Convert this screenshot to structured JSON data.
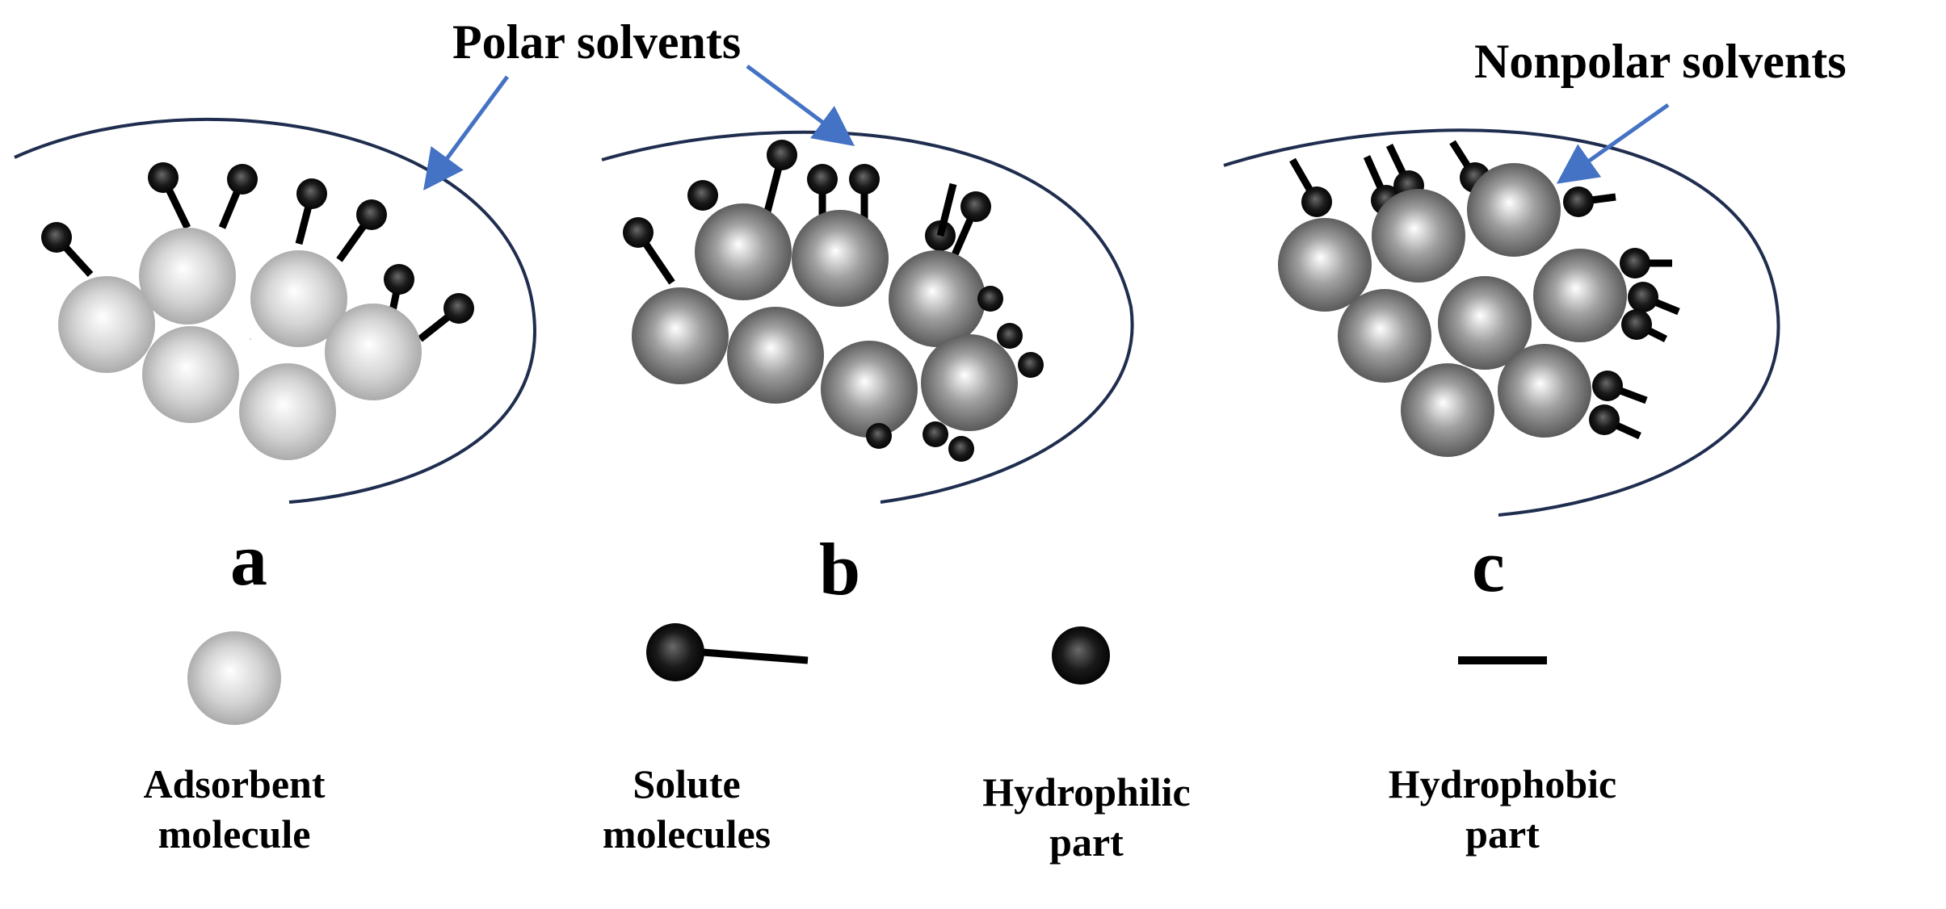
{
  "labels": {
    "polar_solvents": "Polar solvents",
    "nonpolar_solvents": "Nonpolar solvents"
  },
  "panels": [
    {
      "letter": "a",
      "adsorbent_color": "light-gray"
    },
    {
      "letter": "b",
      "adsorbent_color": "mid-gray"
    },
    {
      "letter": "c",
      "adsorbent_color": "mid-gray"
    }
  ],
  "legend": [
    {
      "icon": "adsorbent-molecule-icon",
      "line1": "Adsorbent",
      "line2": "molecule"
    },
    {
      "icon": "solute-molecule-icon",
      "line1": "Solute",
      "line2": "molecules"
    },
    {
      "icon": "hydrophilic-part-icon",
      "line1": "Hydrophilic",
      "line2": "part"
    },
    {
      "icon": "hydrophobic-part-icon",
      "line1": "Hydrophobic",
      "line2": "part"
    }
  ],
  "colors": {
    "boundary": "#1f2d4e",
    "arrow": "#4472c4",
    "hydrophilic": "#111111",
    "hydrophobic": "#000000",
    "adsorbent_light": "#c8c8c8",
    "adsorbent_mid": "#8e8e8e"
  }
}
